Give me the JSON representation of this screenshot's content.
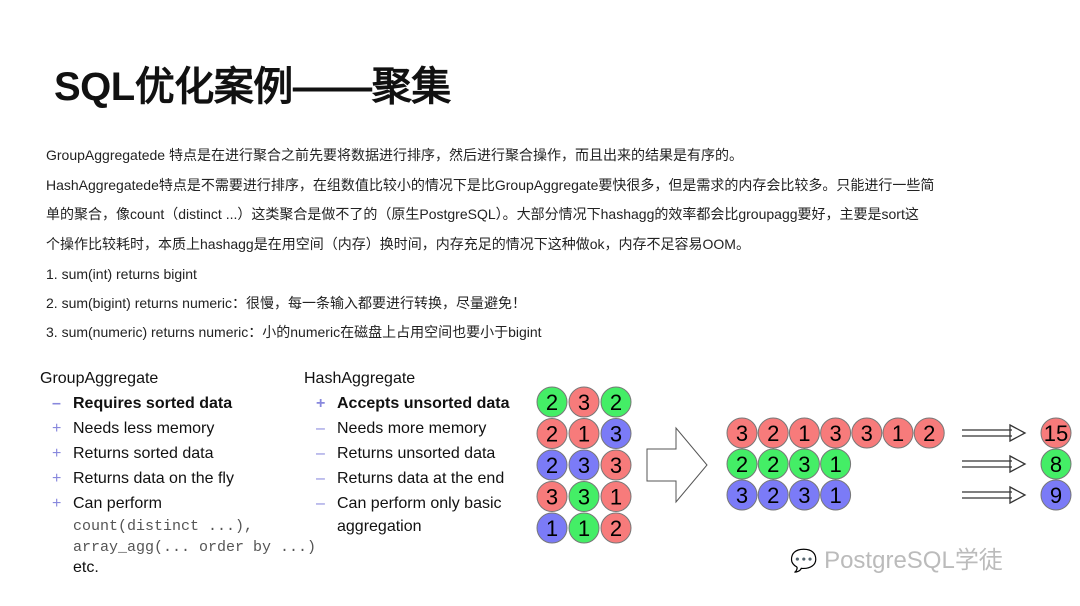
{
  "title": "SQL优化案例——聚集",
  "paragraphs": [
    "GroupAggregatede 特点是在进行聚合之前先要将数据进行排序，然后进行聚合操作，而且出来的结果是有序的。",
    "HashAggregatede特点是不需要进行排序，在组数值比较小的情况下是比GroupAggregate要快很多，但是需求的内存会比较多。只能进行一些简",
    "单的聚合，像count（distinct ...）这类聚合是做不了的（原生PostgreSQL）。大部分情况下hashagg的效率都会比groupagg要好，主要是sort这",
    "个操作比较耗时，本质上hashagg是在用空间（内存）换时间，内存充足的情况下这种做ok，内存不足容易OOM。",
    "1.   sum(int) returns bigint",
    "2.   sum(bigint) returns numeric：很慢，每一条输入都要进行转换，尽量避免！",
    "3.   sum(numeric) returns numeric：小的numeric在磁盘上占用空间也要小于bigint"
  ],
  "group": {
    "heading": "GroupAggregate",
    "items": [
      {
        "sym": "–",
        "text": "Requires sorted data",
        "bold": true
      },
      {
        "sym": "+",
        "text": "Needs less memory"
      },
      {
        "sym": "+",
        "text": "Returns sorted data"
      },
      {
        "sym": "+",
        "text": "Returns data on the fly"
      },
      {
        "sym": "+",
        "text": "Can perform"
      }
    ],
    "code1": "count(distinct ...),",
    "code2": "array_agg(... order by ...)",
    "etc": "etc."
  },
  "hash": {
    "heading": "HashAggregate",
    "items": [
      {
        "sym": "+",
        "text": "Accepts unsorted data",
        "bold": true
      },
      {
        "sym": "–",
        "text": "Needs more memory"
      },
      {
        "sym": "–",
        "text": "Returns unsorted data"
      },
      {
        "sym": "–",
        "text": "Returns data at the end"
      },
      {
        "sym": "–",
        "text": "Can perform only basic"
      }
    ],
    "cont": "aggregation"
  },
  "colors": {
    "r": "#f77b7b",
    "g": "#44ee66",
    "b": "#7b7bf7"
  },
  "input_grid": [
    [
      "g2",
      "r3",
      "g2"
    ],
    [
      "r2",
      "r1",
      "b3"
    ],
    [
      "b2",
      "b3",
      "r3"
    ],
    [
      "r3",
      "g3",
      "r1"
    ],
    [
      "b1",
      "g1",
      "r2"
    ]
  ],
  "groups": [
    [
      "r3",
      "r2",
      "r1",
      "r3",
      "r3",
      "r1",
      "r2"
    ],
    [
      "g2",
      "g2",
      "g3",
      "g1"
    ],
    [
      "b3",
      "b2",
      "b3",
      "b1"
    ]
  ],
  "results": [
    "r15",
    "g8",
    "b9"
  ],
  "watermark": "PostgreSQL学徒"
}
